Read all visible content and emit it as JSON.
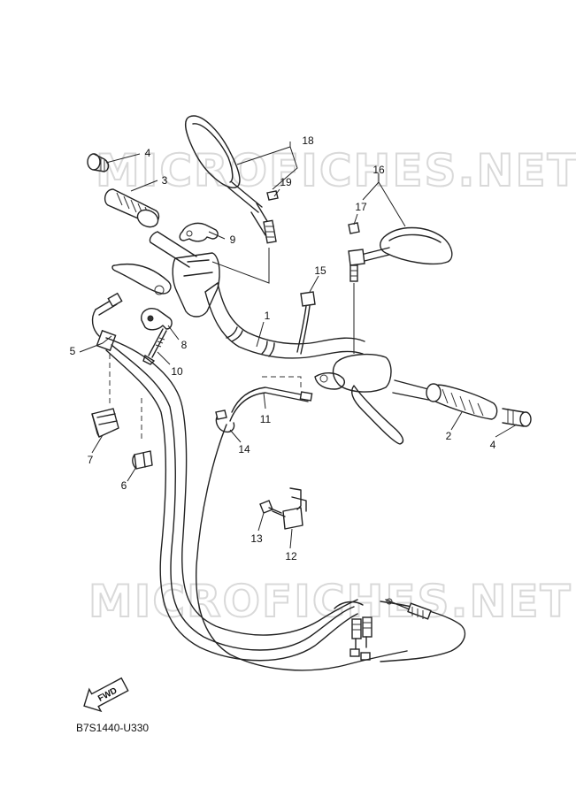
{
  "watermark": {
    "top": "MICROFICHES.NET",
    "bottom": "MICROFICHES.NET"
  },
  "diagram_code": "B7S1440-U330",
  "fwd_label": "FWD",
  "callouts": {
    "c1": "1",
    "c2": "2",
    "c3": "3",
    "c4a": "4",
    "c4b": "4",
    "c5": "5",
    "c6": "6",
    "c7": "7",
    "c8": "8",
    "c9": "9",
    "c10": "10",
    "c11": "11",
    "c12": "12",
    "c13": "13",
    "c14": "14",
    "c15": "15",
    "c16": "16",
    "c17": "17",
    "c18": "18",
    "c19": "19"
  }
}
